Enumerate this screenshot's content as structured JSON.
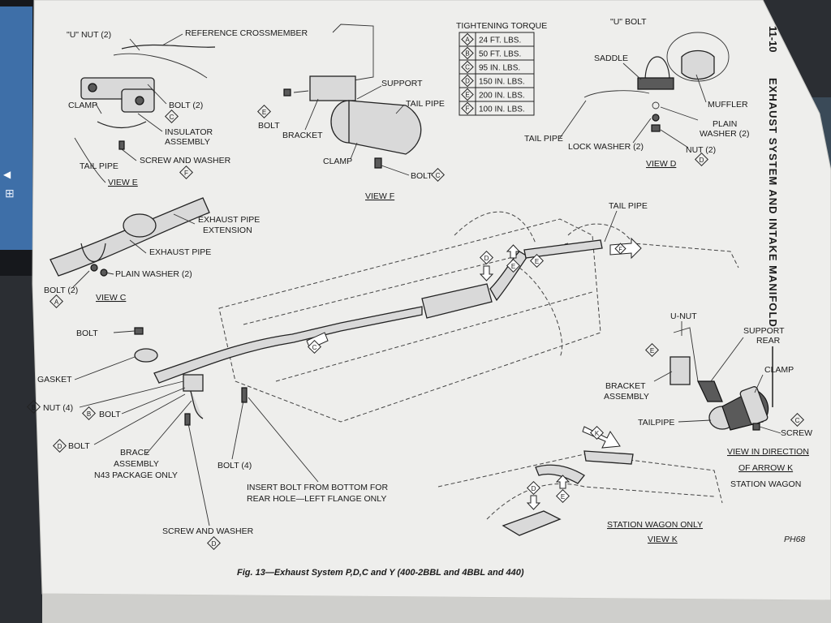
{
  "page": {
    "section_number": "11-10",
    "section_title": "EXHAUST SYSTEM AND INTAKE MANIFOLD",
    "figure_caption": "Fig. 13—Exhaust System P,D,C and Y (400-2BBL and 4BBL and 440)",
    "ref_code": "PH68"
  },
  "torque_table": {
    "title": "TIGHTENING TORQUE",
    "rows": [
      {
        "key": "A",
        "value": "24 FT. LBS."
      },
      {
        "key": "B",
        "value": "50 FT. LBS."
      },
      {
        "key": "C",
        "value": "95 IN. LBS."
      },
      {
        "key": "D",
        "value": "150 IN. LBS."
      },
      {
        "key": "E",
        "value": "200 IN. LBS."
      },
      {
        "key": "F",
        "value": "100 IN. LBS."
      }
    ]
  },
  "view_e": {
    "title": "VIEW E",
    "u_nut": "\"U\" NUT (2)",
    "reference_crossmember": "REFERENCE CROSSMEMBER",
    "clamp": "CLAMP",
    "bolt": "BOLT (2)",
    "bolt_key": "C",
    "insulator": "INSULATOR",
    "assembly": "ASSEMBLY",
    "tail_pipe": "TAIL PIPE",
    "screw_and_washer": "SCREW AND WASHER",
    "screw_key": "F"
  },
  "view_f": {
    "title": "VIEW F",
    "support": "SUPPORT",
    "bolt_left": "BOLT",
    "bolt_left_key": "E",
    "bracket": "BRACKET",
    "tail_pipe": "TAIL PIPE",
    "clamp": "CLAMP",
    "bolt_bottom": "BOLT",
    "bolt_bottom_key": "C"
  },
  "view_d": {
    "title": "VIEW D",
    "u_bolt": "\"U\" BOLT",
    "saddle": "SADDLE",
    "muffler": "MUFFLER",
    "tail_pipe": "TAIL PIPE",
    "plain": "PLAIN",
    "washer": "WASHER (2)",
    "lock_washer": "LOCK WASHER (2)",
    "nut": "NUT (2)",
    "nut_key": "D"
  },
  "view_c": {
    "title": "VIEW C",
    "exhaust_pipe": "EXHAUST PIPE",
    "extension": "EXTENSION",
    "exhaust_pipe_2": "EXHAUST PIPE",
    "plain_washer": "PLAIN WASHER (2)",
    "bolt": "BOLT (2)",
    "bolt_key": "A"
  },
  "main_view": {
    "tail_pipe": "TAIL PIPE",
    "bolt_top": "BOLT",
    "gasket": "GASKET",
    "nut": "NUT (4)",
    "nut_key": "B",
    "bolt_b": "BOLT",
    "bolt_b_key": "B",
    "bolt_d": "BOLT",
    "bolt_d_key": "D",
    "brace": "BRACE",
    "brace_assembly": "ASSEMBLY",
    "brace_package": "N43 PACKAGE ONLY",
    "bolt_4": "BOLT (4)",
    "insert_bolt_1": "INSERT BOLT FROM BOTTOM FOR",
    "insert_bolt_2": "REAR HOLE—LEFT FLANGE ONLY",
    "screw_and_washer": "SCREW AND WASHER",
    "screw_key": "D",
    "callout_c": "C",
    "callout_d": "D",
    "callout_e": "E",
    "callout_f": "F"
  },
  "view_k": {
    "u_nut": "U-NUT",
    "support_1": "SUPPORT",
    "support_2": "REAR",
    "bracket_1": "BRACKET",
    "bracket_2": "ASSEMBLY",
    "bracket_key": "E",
    "clamp": "CLAMP",
    "tailpipe": "TAILPIPE",
    "screw": "SCREW",
    "screw_key": "C",
    "direction_1": "VIEW IN DIRECTION",
    "direction_2": "OF ARROW K",
    "direction_3": "STATION WAGON",
    "station_wagon_only": "STATION WAGON ONLY",
    "title": "VIEW K",
    "callout_k": "K",
    "callout_d": "D",
    "callout_e": "E"
  }
}
